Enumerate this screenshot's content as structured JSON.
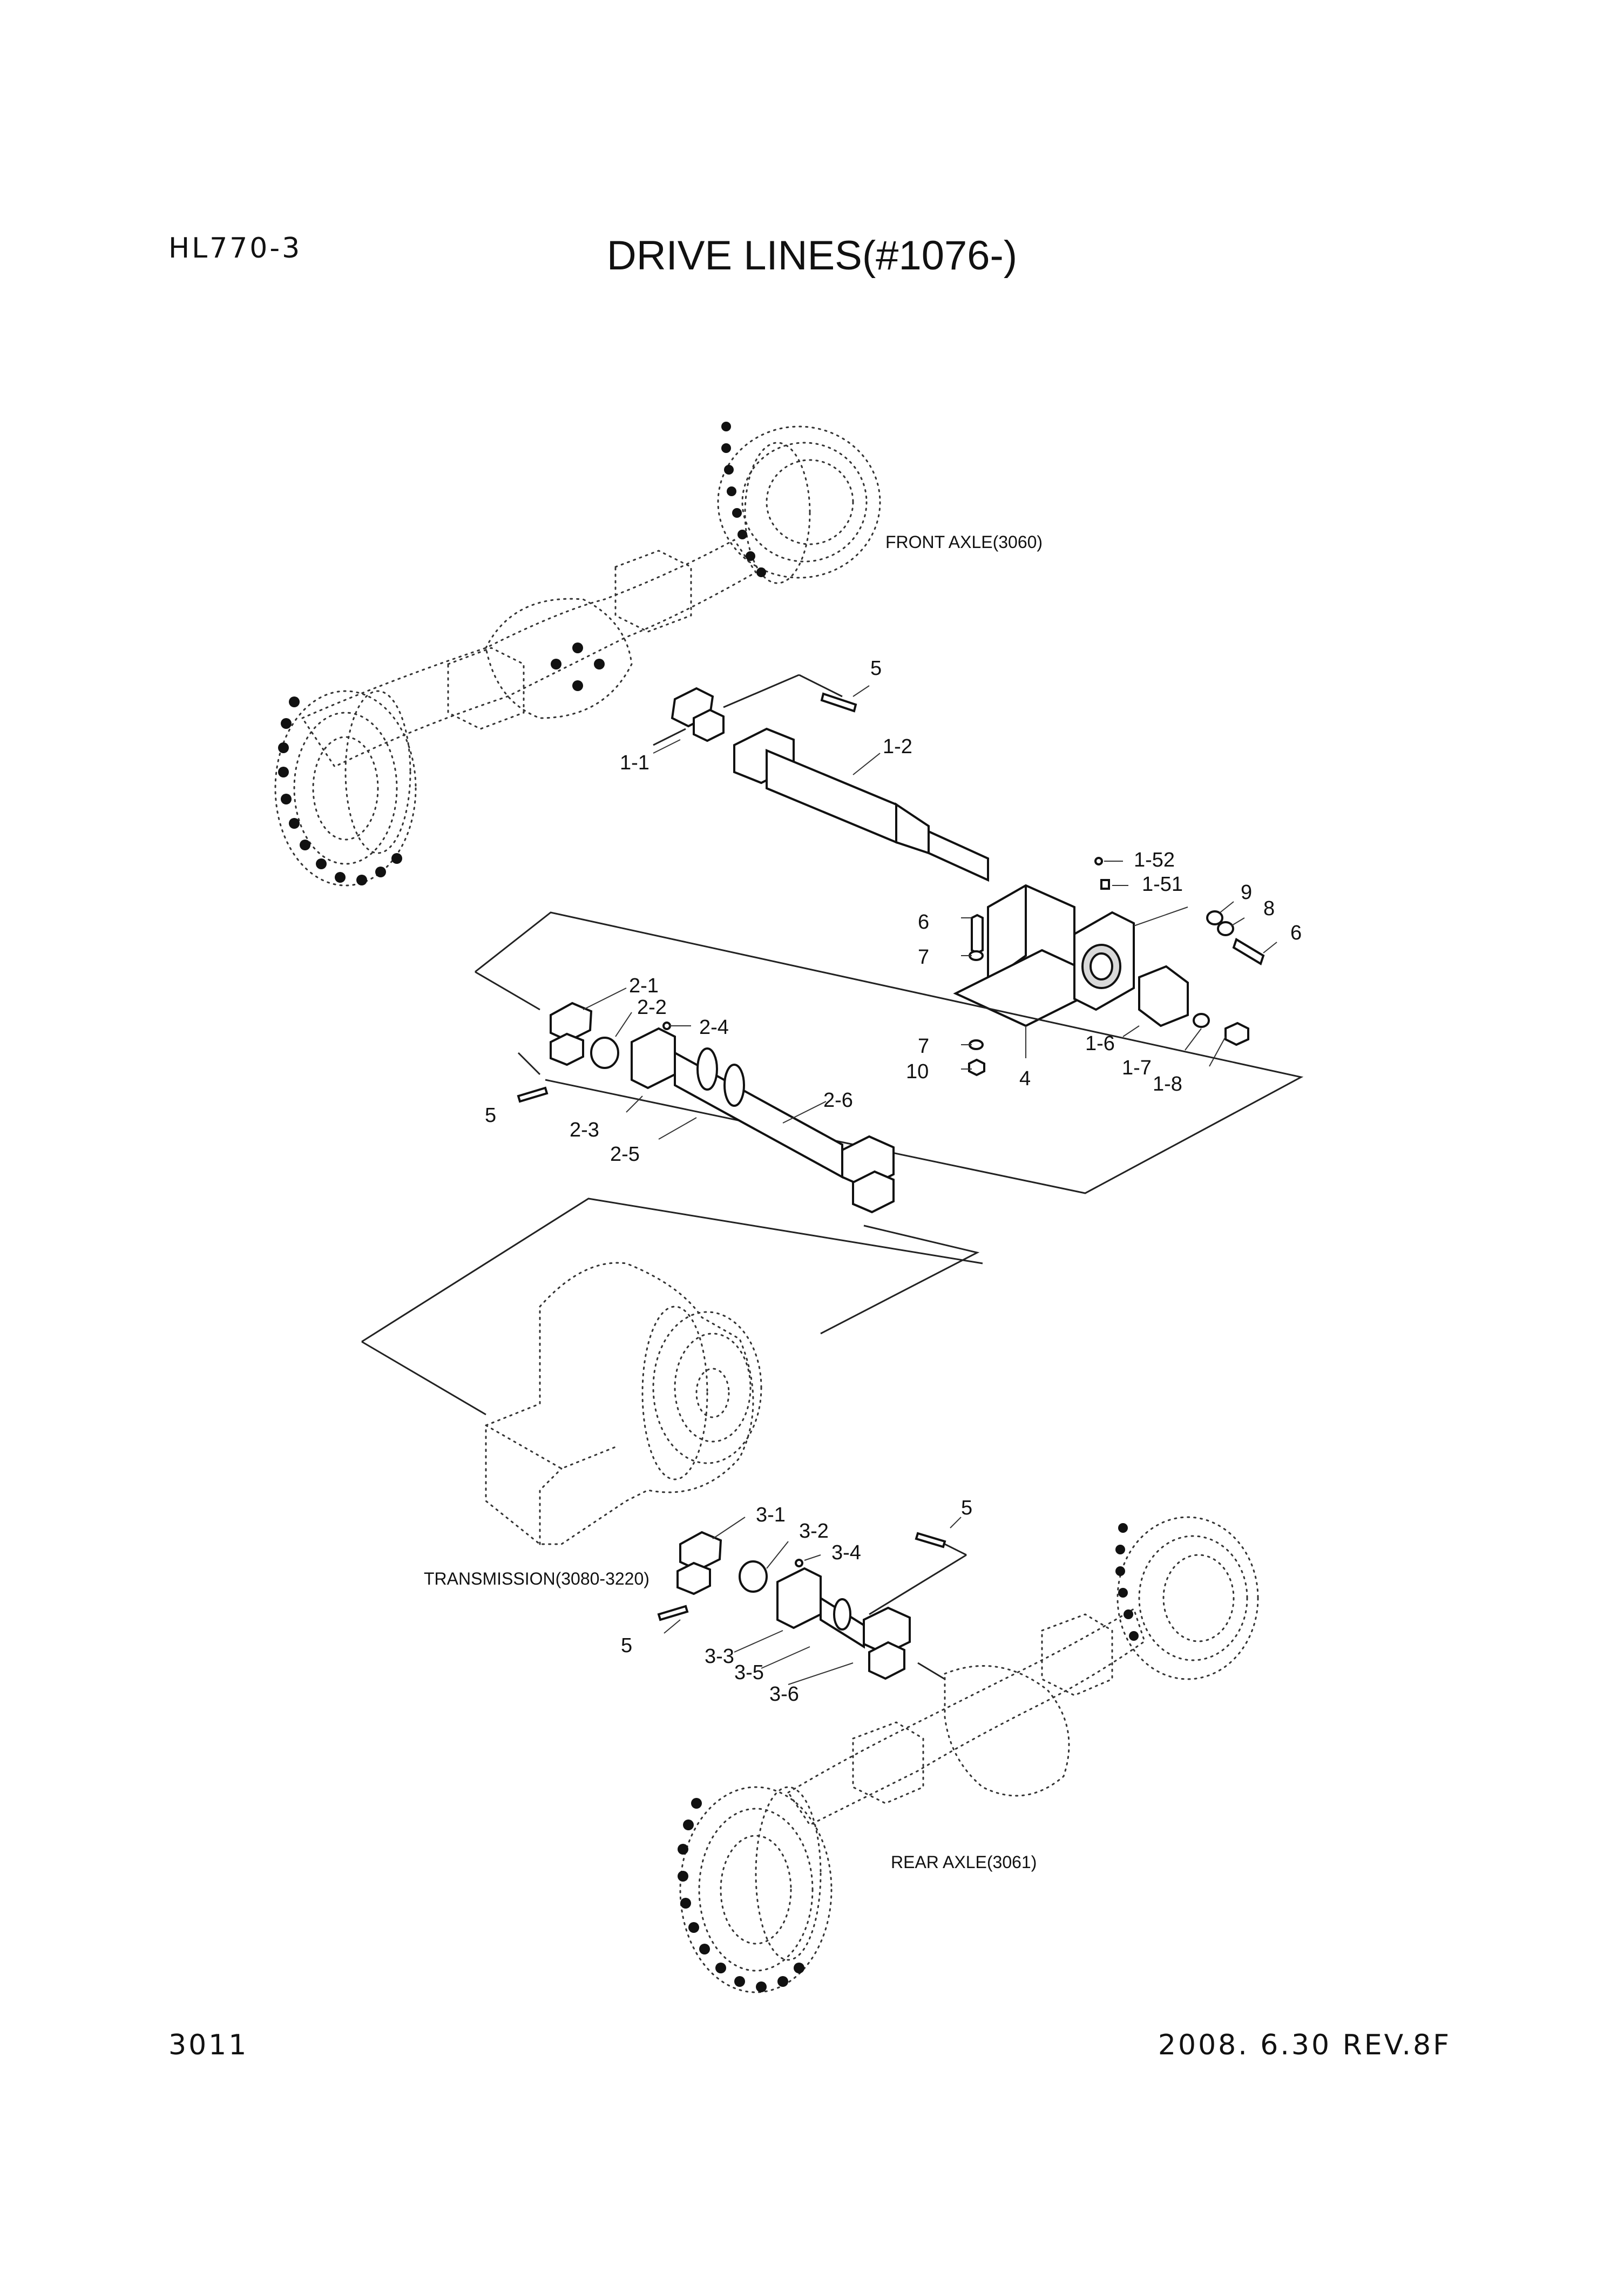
{
  "header": {
    "model": "HL770-3",
    "title": "DRIVE LINES(#1076-)"
  },
  "footer": {
    "page_number": "3011",
    "revision": "2008. 6.30  REV.8F"
  },
  "assemblies": {
    "front_axle": "FRONT AXLE(3060)",
    "transmission": "TRANSMISSION(3080-3220)",
    "rear_axle": "REAR AXLE(3061)"
  },
  "callouts": {
    "c5a": "5",
    "c1_1": "1-1",
    "c1_2": "1-2",
    "c1_52": "1-52",
    "c1_51": "1-51",
    "c9": "9",
    "c8": "8",
    "c6a": "6",
    "c6b": "6",
    "c7a": "7",
    "c7b": "7",
    "c10": "10",
    "c4": "4",
    "c1_6": "1-6",
    "c1_7": "1-7",
    "c1_8": "1-8",
    "c2_1": "2-1",
    "c2_2": "2-2",
    "c2_4": "2-4",
    "c5b": "5",
    "c2_3": "2-3",
    "c2_5": "2-5",
    "c2_6": "2-6",
    "c3_1": "3-1",
    "c3_2": "3-2",
    "c3_4": "3-4",
    "c5c": "5",
    "c5d": "5",
    "c3_3": "3-3",
    "c3_5": "3-5",
    "c3_6": "3-6"
  }
}
